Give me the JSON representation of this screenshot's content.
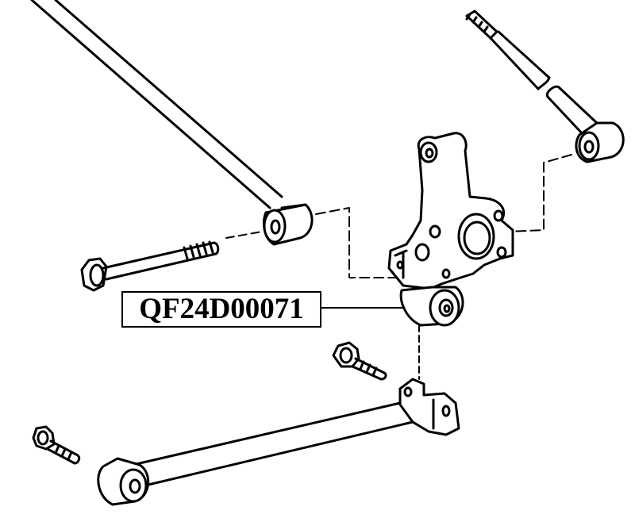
{
  "diagram": {
    "type": "exploded parts diagram",
    "subject": "rear suspension arms, knuckle and bushing",
    "callout": {
      "part_number": "QF24D00071",
      "points_to": "lower knuckle bushing"
    },
    "colors": {
      "line": "#000000",
      "background": "#ffffff"
    }
  }
}
